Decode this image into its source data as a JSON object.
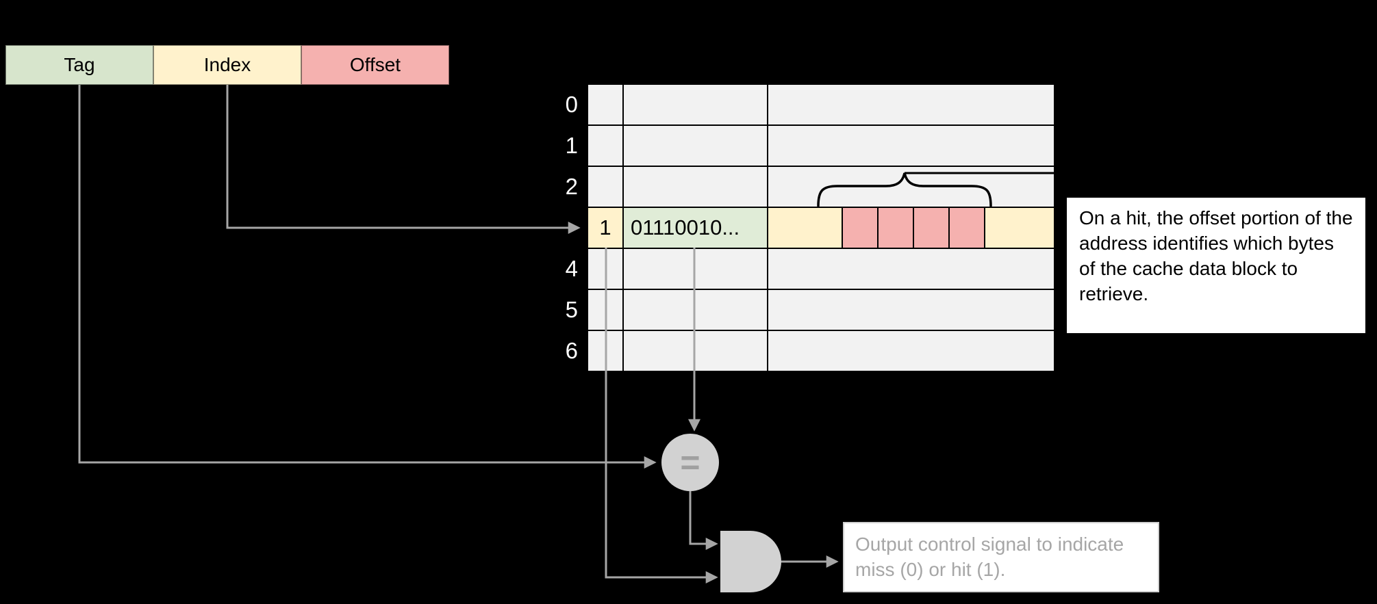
{
  "address_fields": [
    {
      "label": "Tag"
    },
    {
      "label": "Index"
    },
    {
      "label": "Offset"
    }
  ],
  "cache_table": {
    "row_labels": [
      "0",
      "1",
      "2",
      "",
      "4",
      "5",
      "6"
    ],
    "hit_row": {
      "valid_bit": "1",
      "tag_value": "01110010...",
      "selected_byte_cells": 4
    }
  },
  "comparator_symbol": "=",
  "notes": {
    "offset": "On a hit, the offset portion of the address identifies which bytes of the cache data block to retrieve.",
    "output": "Output control signal to indicate miss (0) or hit (1)."
  },
  "colors": {
    "background": "#000000",
    "tag_green": "#d7e5cc",
    "index_yellow": "#fff2cc",
    "offset_pink": "#f5b1af",
    "cell_green": "#e0ecd7",
    "hit_yellow": "#fff2cc",
    "row_gray": "#f2f2f2",
    "arrow_gray": "#a6a6a6",
    "gate_gray": "#d2d2d2",
    "equals_gray": "#a0a0a0",
    "note_text_gray": "#a6a6a6"
  }
}
